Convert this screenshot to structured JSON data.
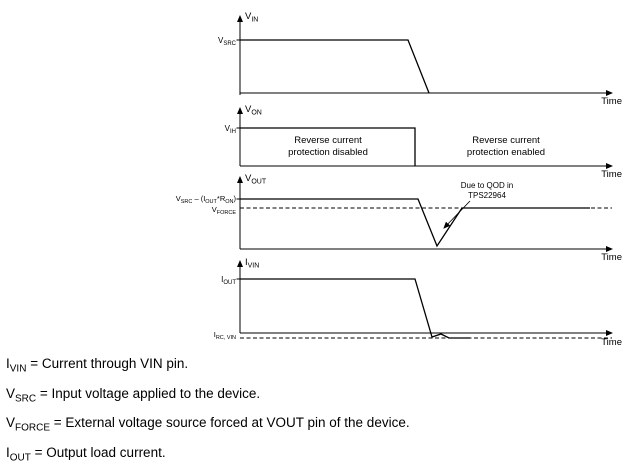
{
  "plots": {
    "vin": {
      "axis_main": "V",
      "axis_sub": "IN",
      "level_main": "V",
      "level_sub": "SRC",
      "time": "Time"
    },
    "von": {
      "axis_main": "V",
      "axis_sub": "ON",
      "level_main": "V",
      "level_sub": "IH",
      "disabled1": "Reverse current",
      "disabled2": "protection disabled",
      "enabled1": "Reverse current",
      "enabled2": "protection enabled",
      "time": "Time"
    },
    "vout": {
      "axis_main": "V",
      "axis_sub": "OUT",
      "level1": [
        "V",
        "SRC",
        " – (I",
        "OUT",
        "*R",
        "ON",
        ")"
      ],
      "level2_main": "V",
      "level2_sub": "FORCE",
      "ann1": "Due to QOD in",
      "ann2": "TPS22964",
      "time": "Time"
    },
    "ivin": {
      "axis_main": "I",
      "axis_sub": "VIN",
      "level1_main": "I",
      "level1_sub": "OUT",
      "level2_main": "I",
      "level2_sub": "RC, VIN",
      "time": "Time"
    }
  },
  "definitions": [
    {
      "sym": "I",
      "sub": "VIN",
      "rest": " = Current through VIN pin."
    },
    {
      "sym": "V",
      "sub": "SRC",
      "rest": " = Input voltage applied to the device."
    },
    {
      "sym": "V",
      "sub": "FORCE",
      "rest": " = External voltage source forced at VOUT pin of the device."
    },
    {
      "sym": "I",
      "sub": "OUT",
      "rest": " = Output load current."
    }
  ]
}
